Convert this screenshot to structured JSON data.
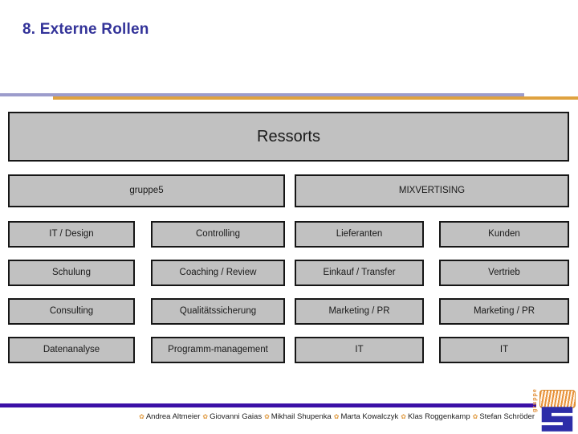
{
  "slide": {
    "title": "8. Externe Rollen"
  },
  "chart": {
    "ressorts": "Ressorts",
    "group_left": "gruppe5",
    "group_right": "MIXVERTISING",
    "cells": [
      "IT / Design",
      "Controlling",
      "Lieferanten",
      "Kunden",
      "Schulung",
      "Coaching / Review",
      "Einkauf / Transfer",
      "Vertrieb",
      "Consulting",
      "Qualitätssicherung",
      "Marketing / PR",
      "Marketing / PR",
      "Datenanalyse",
      "Programm-management",
      "IT",
      "IT"
    ]
  },
  "footer": {
    "authors": [
      "Andrea Altmeier",
      "Giovanni Gaias",
      "Mikhail Shupenka",
      "Marta Kowalczyk",
      "Klas Roggenkamp",
      "Stefan Schröder"
    ],
    "bullet_glyph": "✿",
    "logo_word": "gruppe",
    "logo_number": "5"
  },
  "colors": {
    "title_text": "#333399",
    "rule_lavender": "#9c9ccc",
    "rule_orange": "#dfa23f",
    "box_fill": "#c1c1c1",
    "box_border": "#161616",
    "footer_rule": "#3b10a6",
    "logo_orange": "#e08a30",
    "logo_blue": "#2d2da8"
  }
}
